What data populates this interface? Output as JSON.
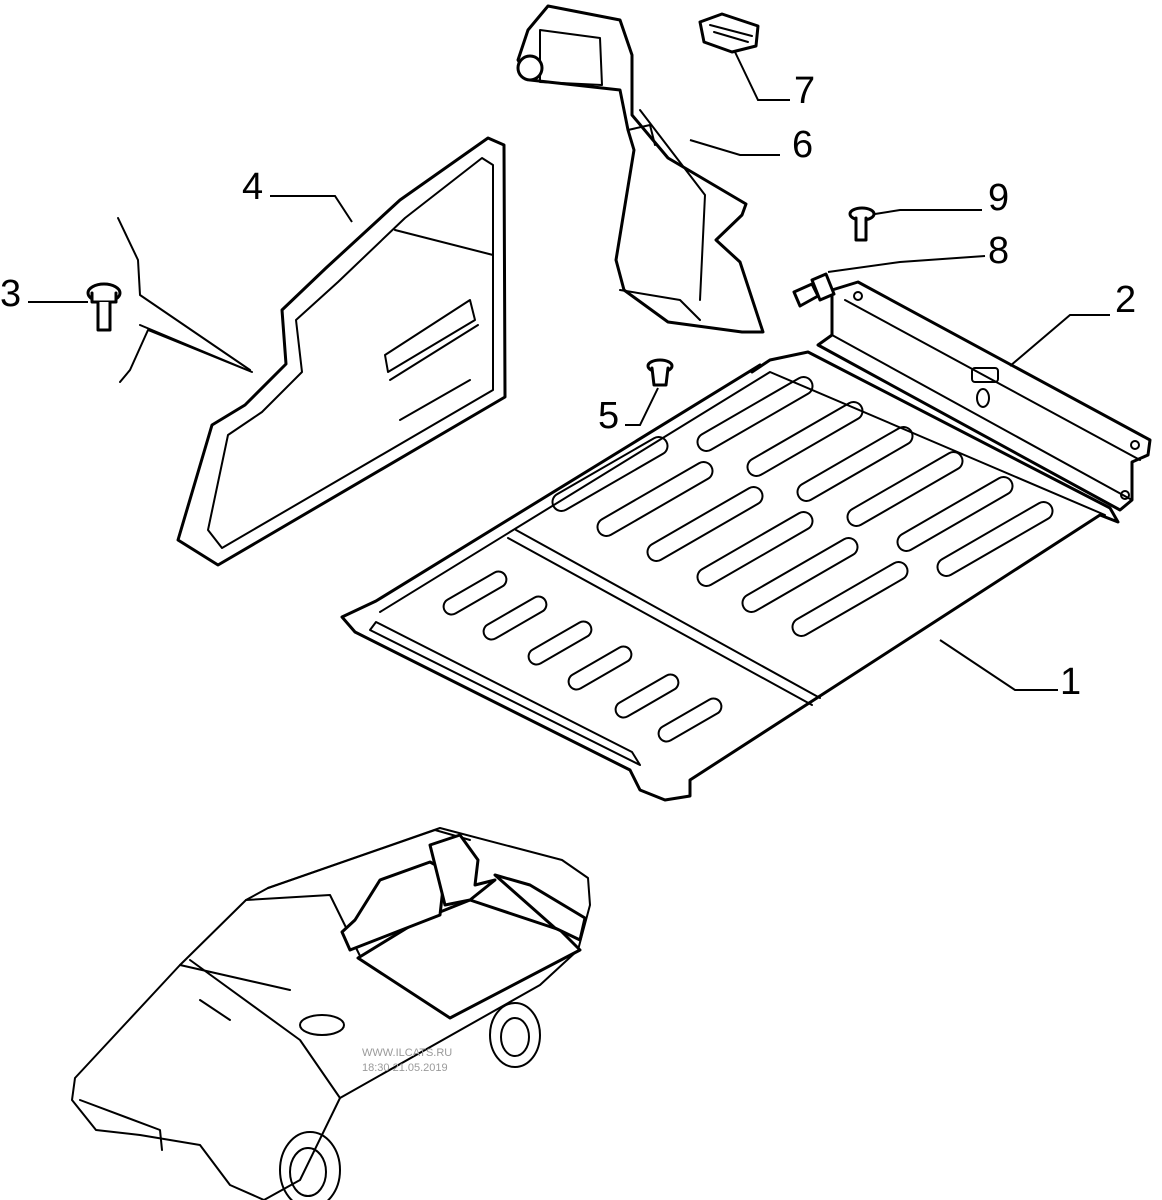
{
  "diagram": {
    "callouts": [
      {
        "id": "c1",
        "label": "1"
      },
      {
        "id": "c2",
        "label": "2"
      },
      {
        "id": "c3",
        "label": "3"
      },
      {
        "id": "c4",
        "label": "4"
      },
      {
        "id": "c5",
        "label": "5"
      },
      {
        "id": "c6",
        "label": "6"
      },
      {
        "id": "c7",
        "label": "7"
      },
      {
        "id": "c8",
        "label": "8"
      },
      {
        "id": "c9",
        "label": "9"
      }
    ],
    "watermark": {
      "line1": "WWW.ILCATS.RU",
      "line2": "18:30 21.05.2019"
    }
  }
}
